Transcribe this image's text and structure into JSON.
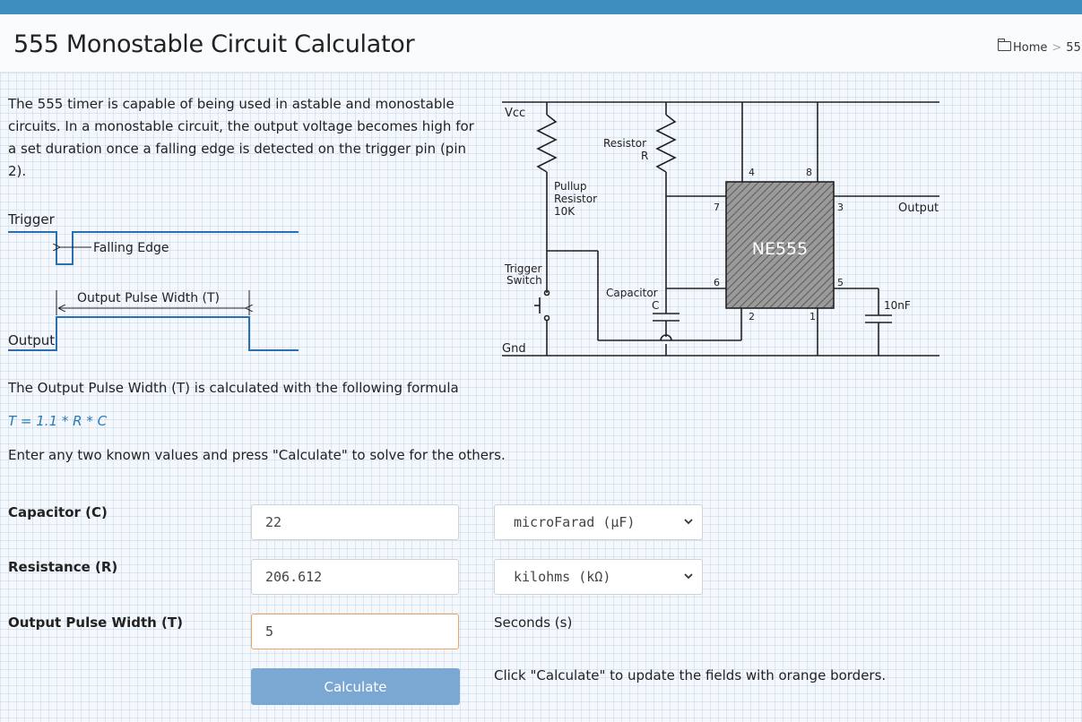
{
  "header": {
    "title": "555 Monostable Circuit Calculator",
    "breadcrumb": {
      "home": "Home",
      "separator": ">",
      "current": "55"
    }
  },
  "intro": "The 555 timer is capable of being used in astable and monostable circuits. In a monostable circuit, the output voltage becomes high for a set duration once a falling edge is detected on the trigger pin (pin 2).",
  "timing": {
    "trigger_label": "Trigger",
    "falling_edge_label": "Falling Edge",
    "pulse_width_label": "Output Pulse Width (T)",
    "output_label": "Output"
  },
  "circuit": {
    "vcc": "Vcc",
    "gnd": "Gnd",
    "pullup": [
      "Pullup",
      "Resistor",
      "10K"
    ],
    "resistor": [
      "Resistor",
      "R"
    ],
    "capacitor": [
      "Capacitor",
      "C"
    ],
    "trigger_switch": [
      "Trigger",
      "Switch"
    ],
    "chip": "NE555",
    "output": "Output",
    "cap2": "10nF",
    "pins": [
      "4",
      "8",
      "7",
      "3",
      "6",
      "5",
      "2",
      "1"
    ]
  },
  "formula_intro": "The Output Pulse Width (T) is calculated with the following formula",
  "formula": "T = 1.1 * R * C",
  "instructions": "Enter any two known values and press \"Calculate\" to solve for the others.",
  "form": {
    "capacitor": {
      "label": "Capacitor (C)",
      "value": "22",
      "unit": "microFarad (µF)"
    },
    "resistance": {
      "label": "Resistance (R)",
      "value": "206.612",
      "unit": "kilohms (kΩ)"
    },
    "pulse_width": {
      "label": "Output Pulse Width (T)",
      "value": "5",
      "unit": "Seconds (s)"
    },
    "calculate_label": "Calculate",
    "note": "Click \"Calculate\" to update the fields with orange borders."
  }
}
